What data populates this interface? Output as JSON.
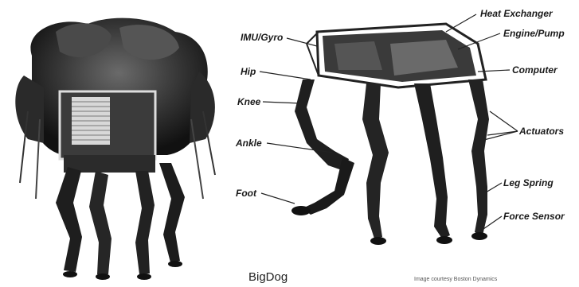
{
  "figure": {
    "caption": "BigDog",
    "credit": "Image courtesy Boston Dynamics",
    "labels": {
      "imu_gyro": "IMU/Gyro",
      "hip": "Hip",
      "knee": "Knee",
      "ankle": "Ankle",
      "foot": "Foot",
      "heat_exchanger": "Heat Exchanger",
      "engine_pump": "Engine/Pump",
      "computer": "Computer",
      "actuators": "Actuators",
      "leg_spring": "Leg Spring",
      "force_sensor": "Force Sensor"
    }
  }
}
